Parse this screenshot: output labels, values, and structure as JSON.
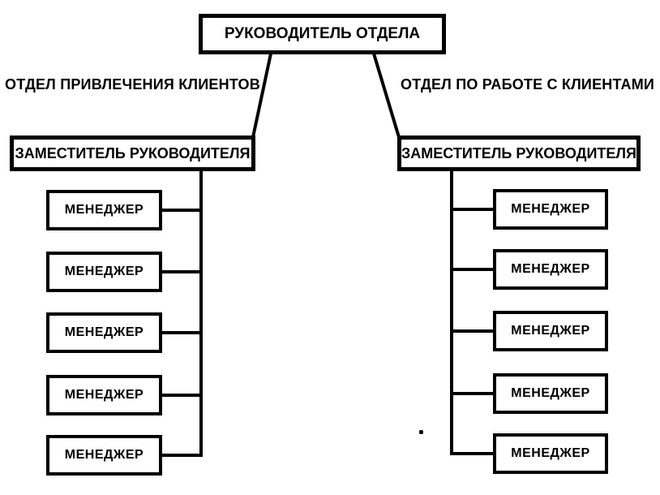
{
  "chart": {
    "type": "org-chart",
    "root_label": "РУКОВОДИТЕЛЬ ОТДЕЛА",
    "left": {
      "department": "ОТДЕЛ ПРИВЛЕЧЕНИЯ КЛИЕНТОВ",
      "deputy": "ЗАМЕСТИТЕЛЬ РУКОВОДИТЕЛЯ",
      "managers": [
        "МЕНЕДЖЕР",
        "МЕНЕДЖЕР",
        "МЕНЕДЖЕР",
        "МЕНЕДЖЕР",
        "МЕНЕДЖЕР"
      ]
    },
    "right": {
      "department": "ОТДЕЛ ПО РАБОТЕ С КЛИЕНТАМИ",
      "deputy": "ЗАМЕСТИТЕЛЬ РУКОВОДИТЕЛЯ",
      "managers": [
        "МЕНЕДЖЕР",
        "МЕНЕДЖЕР",
        "МЕНЕДЖЕР",
        "МЕНЕДЖЕР",
        "МЕНЕДЖЕР"
      ]
    },
    "stray_mark": ".",
    "colors": {
      "line": "#000000",
      "box_border": "#000000",
      "box_background": "#ffffff",
      "text": "#000000",
      "page_background": "#ffffff"
    }
  }
}
